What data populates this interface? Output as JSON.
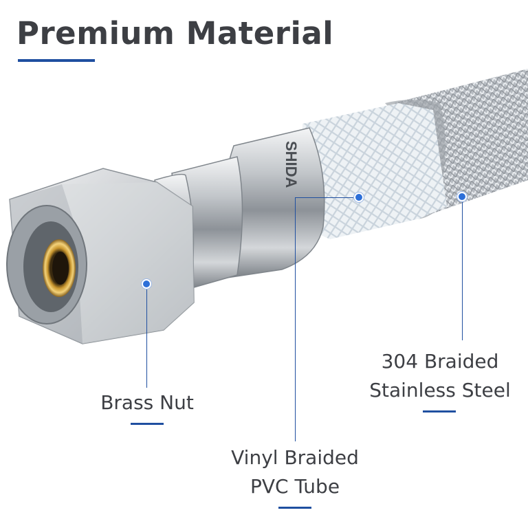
{
  "header": {
    "title": "Premium Material"
  },
  "callouts": {
    "brass_nut": {
      "label": "Brass Nut"
    },
    "pvc_tube": {
      "line1": "Vinyl Braided",
      "line2": "PVC Tube"
    },
    "steel": {
      "line1": "304 Braided",
      "line2": "Stainless Steel"
    }
  },
  "product": {
    "engraving": "SHIDA"
  },
  "colors": {
    "accent": "#1f4fa0",
    "dot": "#2d6fd8",
    "text": "#3d3f44",
    "brass": "#c9962e"
  }
}
